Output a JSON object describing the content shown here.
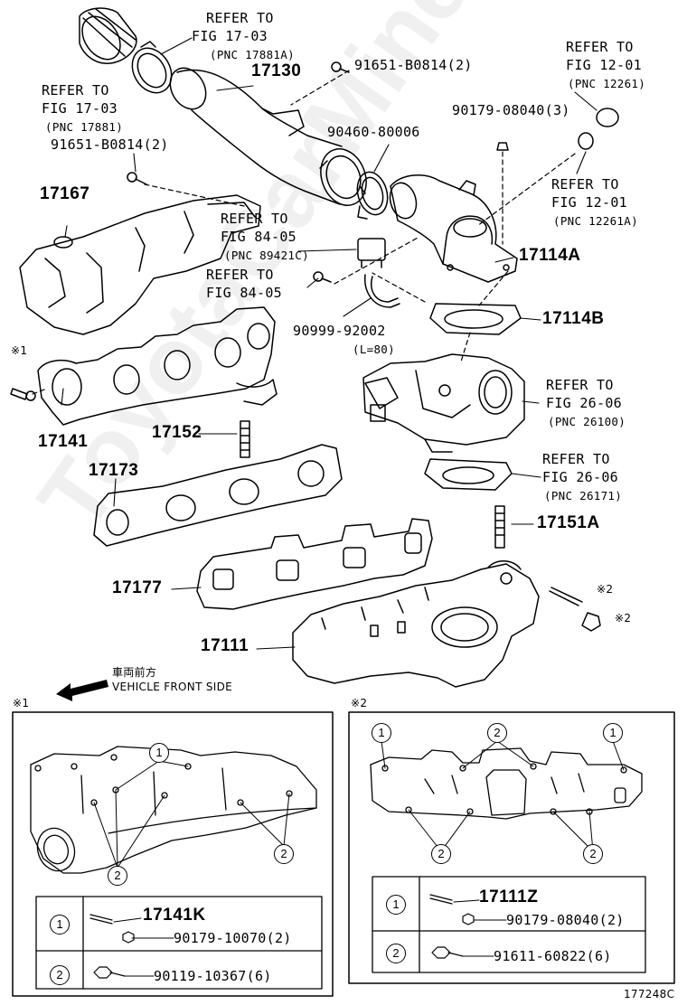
{
  "watermark": "ToyotaCarMine.ru",
  "labels": {
    "refer_1703_a_l1": "REFER TO",
    "refer_1703_a_l2": "FIG 17-03",
    "refer_1703_a_pnc": "(PNC 17881A)",
    "p17130": "17130",
    "bolt_91651_a": "91651-B0814(2)",
    "refer_1703_b_l1": "REFER TO",
    "refer_1703_b_l2": "FIG 17-03",
    "refer_1703_b_pnc": "(PNC 17881)",
    "bolt_91651_b": "91651-B0814(2)",
    "refer_1201_a_l1": "REFER TO",
    "refer_1201_a_l2": "FIG 12-01",
    "refer_1201_a_pnc": "(PNC 12261)",
    "nut_90179_08040_3": "90179-08040(3)",
    "p90460": "90460-80006",
    "refer_1201_b_l1": "REFER TO",
    "refer_1201_b_l2": "FIG 12-01",
    "refer_1201_b_pnc": "(PNC 12261A)",
    "p17167": "17167",
    "refer_8405_a_l1": "REFER TO",
    "refer_8405_a_l2": "FIG 84-05",
    "refer_8405_a_pnc": "(PNC 89421C)",
    "p17114A": "17114A",
    "refer_8405_b_l1": "REFER TO",
    "refer_8405_b_l2": "FIG 84-05",
    "hose_90999": "90999-92002",
    "hose_length": "(L=80)",
    "p17114B": "17114B",
    "mark1_top": "※1",
    "refer_2606_a_l1": "REFER TO",
    "refer_2606_a_l2": "FIG 26-06",
    "refer_2606_a_pnc": "(PNC 26100)",
    "p17141": "17141",
    "p17152": "17152",
    "refer_2606_b_l1": "REFER TO",
    "refer_2606_b_l2": "FIG 26-06",
    "refer_2606_b_pnc": "(PNC 26171)",
    "p17173": "17173",
    "p17151A": "17151A",
    "p17177": "17177",
    "mark2_a": "※2",
    "mark2_b": "※2",
    "p17111": "17111",
    "front_jp": "車両前方",
    "front_en": "VEHICLE FRONT SIDE",
    "box1_mark": "※1",
    "box2_mark": "※2",
    "drawing_no": "177248C"
  },
  "box1_callouts": [
    "1",
    "2",
    "2"
  ],
  "box2_callouts": [
    "1",
    "2",
    "1",
    "2",
    "2"
  ],
  "box1_table": {
    "row1_key": "1",
    "row1_part_a": "17141K",
    "row1_part_b": "90179-10070(2)",
    "row2_key": "2",
    "row2_part": "90119-10367(6)"
  },
  "box2_table": {
    "row1_key": "1",
    "row1_part_a": "17111Z",
    "row1_part_b": "90179-08040(2)",
    "row2_key": "2",
    "row2_part": "91611-60822(6)"
  }
}
